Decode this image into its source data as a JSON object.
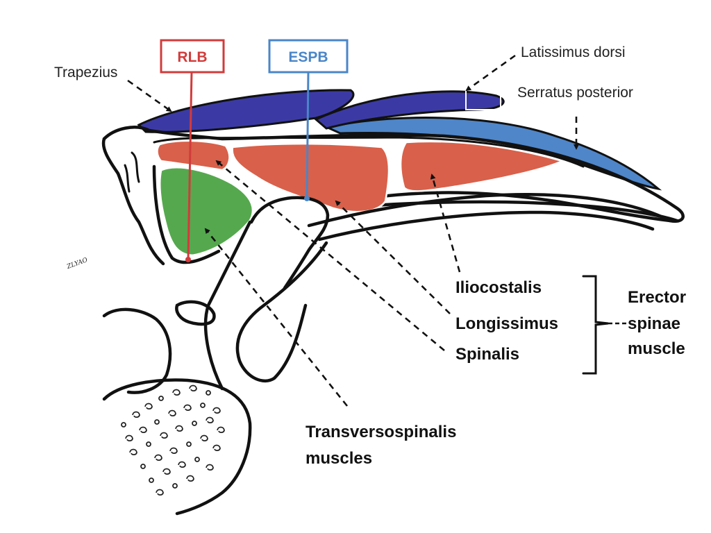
{
  "colors": {
    "trapezius": "#3b3aa5",
    "latissimus": "#3b3aa5",
    "serratus": "#4f86c9",
    "erector": "#d9604a",
    "transversospinalis": "#55a84e",
    "rlb": "#d23b3b",
    "espb": "#4a86c8",
    "outline": "#111111"
  },
  "needles": {
    "rlb": {
      "label": "RLB"
    },
    "espb": {
      "label": "ESPB"
    }
  },
  "labels": {
    "trapezius": "Trapezius",
    "latissimus": "Latissimus dorsi",
    "serratus": "Serratus posterior",
    "iliocostalis": "Iliocostalis",
    "longissimus": "Longissimus",
    "spinalis": "Spinalis",
    "erector_group": [
      "Erector",
      "spinae",
      "muscle"
    ],
    "transversospinalis": [
      "Transversospinalis",
      "muscles"
    ]
  },
  "signature": "ZLYAO"
}
